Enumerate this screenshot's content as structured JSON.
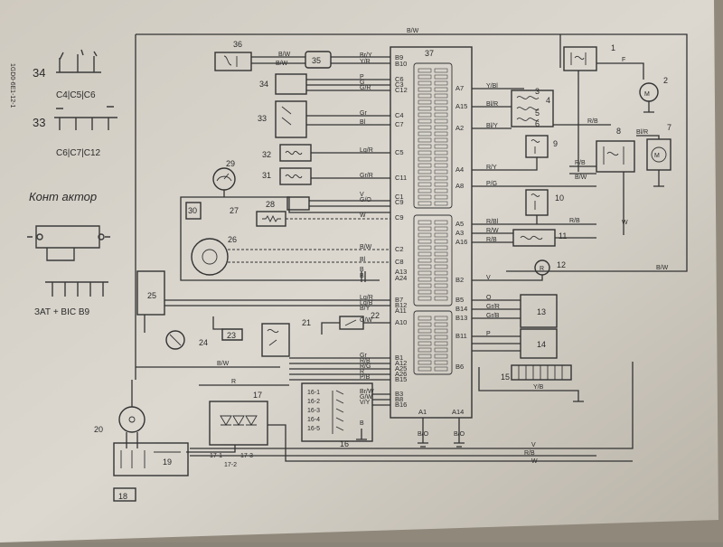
{
  "diagram": {
    "doc_code": "1GD0-6E1-12-1",
    "connector_label": "37",
    "top_wire": "B/W",
    "components": [
      {
        "id": "c1",
        "num": "1"
      },
      {
        "id": "c2",
        "num": "2"
      },
      {
        "id": "c3",
        "num": "3"
      },
      {
        "id": "c4",
        "num": "4"
      },
      {
        "id": "c5",
        "num": "5"
      },
      {
        "id": "c6",
        "num": "6"
      },
      {
        "id": "c7",
        "num": "7"
      },
      {
        "id": "c8",
        "num": "8"
      },
      {
        "id": "c9",
        "num": "9"
      },
      {
        "id": "c10",
        "num": "10"
      },
      {
        "id": "c11",
        "num": "11"
      },
      {
        "id": "c12",
        "num": "12"
      },
      {
        "id": "c13",
        "num": "13"
      },
      {
        "id": "c14",
        "num": "14"
      },
      {
        "id": "c15",
        "num": "15"
      },
      {
        "id": "c16",
        "num": "16"
      },
      {
        "id": "c17",
        "num": "17"
      },
      {
        "id": "c18",
        "num": "18"
      },
      {
        "id": "c19",
        "num": "19"
      },
      {
        "id": "c20",
        "num": "20"
      },
      {
        "id": "c21",
        "num": "21"
      },
      {
        "id": "c22",
        "num": "22"
      },
      {
        "id": "c23",
        "num": "23"
      },
      {
        "id": "c24",
        "num": "24"
      },
      {
        "id": "c25",
        "num": "25"
      },
      {
        "id": "c26",
        "num": "26"
      },
      {
        "id": "c27",
        "num": "27"
      },
      {
        "id": "c28",
        "num": "28"
      },
      {
        "id": "c29",
        "num": "29"
      },
      {
        "id": "c30",
        "num": "30"
      },
      {
        "id": "c31",
        "num": "31"
      },
      {
        "id": "c32",
        "num": "32"
      },
      {
        "id": "c33",
        "num": "33"
      },
      {
        "id": "c34",
        "num": "34"
      },
      {
        "id": "c35",
        "num": "35"
      },
      {
        "id": "c36",
        "num": "36"
      }
    ],
    "sub_labels": {
      "s16_1": "16-1",
      "s16_2": "16-2",
      "s16_3": "16-3",
      "s16_4": "16-4",
      "s16_5": "16-5",
      "s17_1": "17-1",
      "s17_2": "17-2",
      "s17_3": "17-3"
    },
    "pins_left": [
      {
        "pin": "B9",
        "wire": "Br/Y"
      },
      {
        "pin": "B10",
        "wire": "Y/R"
      },
      {
        "pin": "C6",
        "wire": "P"
      },
      {
        "pin": "C3",
        "wire": "G"
      },
      {
        "pin": "C12",
        "wire": "G/R"
      },
      {
        "pin": "C4",
        "wire": "Gr"
      },
      {
        "pin": "C7",
        "wire": "Bl"
      },
      {
        "pin": "C5",
        "wire": "Lg/R"
      },
      {
        "pin": "C11",
        "wire": "Gr/R"
      },
      {
        "pin": "C1",
        "wire": "V"
      },
      {
        "pin": "C9",
        "wire": "G/O"
      },
      {
        "pin": "C9",
        "wire": "W"
      },
      {
        "pin": "C2",
        "wire": "B/W"
      },
      {
        "pin": "C8",
        "wire": "Bl"
      },
      {
        "pin": "A13",
        "wire": "B"
      },
      {
        "pin": "A24",
        "wire": "B"
      },
      {
        "pin": "B7",
        "wire": "Lg/R"
      },
      {
        "pin": "B12",
        "wire": "Lg/B"
      },
      {
        "pin": "A11",
        "wire": "B/Y"
      },
      {
        "pin": "A10",
        "wire": "G/W"
      },
      {
        "pin": "B1",
        "wire": "Gr"
      },
      {
        "pin": "A12",
        "wire": "R/B"
      },
      {
        "pin": "A25",
        "wire": "R/G"
      },
      {
        "pin": "A26",
        "wire": "R"
      },
      {
        "pin": "B15",
        "wire": "P/B"
      },
      {
        "pin": "B3",
        "wire": "Br/W"
      },
      {
        "pin": "B8",
        "wire": "G/W"
      },
      {
        "pin": "B16",
        "wire": "V/Y"
      }
    ],
    "pins_bottom": [
      {
        "pin": "A1",
        "wire": "B/O"
      },
      {
        "pin": "A14",
        "wire": "B/O"
      }
    ],
    "pins_right": [
      {
        "pin": "A7",
        "wire": "Y/Bl"
      },
      {
        "pin": "A15",
        "wire": "Bl/R"
      },
      {
        "pin": "A2",
        "wire": "Bl/Y"
      },
      {
        "pin": "A4",
        "wire": "R/Y"
      },
      {
        "pin": "A8",
        "wire": "P/G"
      },
      {
        "pin": "A5",
        "wire": "R/Bl"
      },
      {
        "pin": "A3",
        "wire": "R/W"
      },
      {
        "pin": "A16",
        "wire": "R/B"
      },
      {
        "pin": "B2",
        "wire": "V"
      },
      {
        "pin": "B5",
        "wire": "O"
      },
      {
        "pin": "B14",
        "wire": "Gr/R"
      },
      {
        "pin": "B13",
        "wire": "Gr/B"
      },
      {
        "pin": "B11",
        "wire": "P"
      },
      {
        "pin": "B6",
        "wire": ""
      }
    ],
    "wire_labels": {
      "w_F": "F",
      "w_RB": "R/B",
      "w_BlR": "Bl/R",
      "w_RB2": "R/B",
      "w_BW2": "B/W",
      "w_W": "W",
      "w_RB3": "R/B",
      "w_BW3": "B/W",
      "w_BW4": "B/W",
      "w_R": "R",
      "w_YB": "Y/B",
      "w_V": "V",
      "w_RB4": "R/B",
      "w_W2": "W",
      "w_BW1": "B/W",
      "w_BW1b": "B/W",
      "w_V2": "V",
      "w_O": "O",
      "w_GrR": "Gr/R",
      "w_GrB": "Gr/B",
      "w_P": "P",
      "w_O2": "O",
      "w_GrB2": "Gr/B",
      "w_V3": "V",
      "w_B": "B"
    }
  },
  "handwriting": {
    "n34": "34",
    "n33": "33",
    "pins34": "C4|C5|C6",
    "pins33": "C6|C7|C12",
    "word": "Конт актор",
    "bottom_note": "ЗАТ + BIC B9",
    "marks": [
      "1",
      "2",
      "3",
      "1",
      "1"
    ]
  }
}
